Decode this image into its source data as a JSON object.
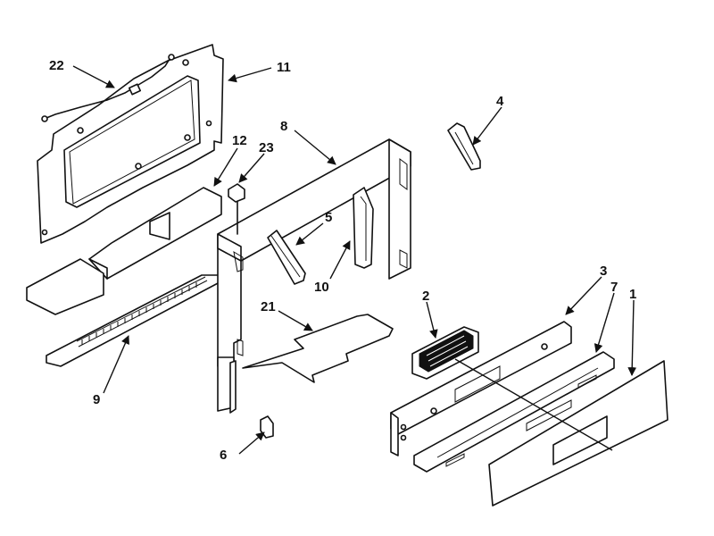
{
  "callouts": {
    "p1": "1",
    "p2": "2",
    "p3": "3",
    "p4": "4",
    "p5": "5",
    "p6": "6",
    "p7": "7",
    "p8": "8",
    "p9": "9",
    "p10": "10",
    "p11": "11",
    "p12": "12",
    "p21": "21",
    "p22": "22",
    "p23": "23"
  },
  "colors": {
    "ink": "#111111",
    "paper": "#ffffff"
  }
}
